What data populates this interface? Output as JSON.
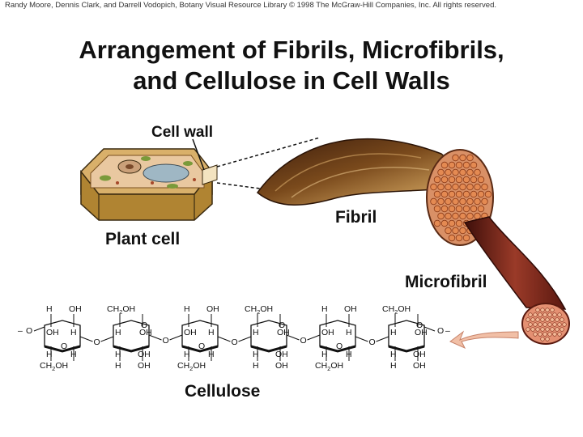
{
  "credit": "Randy Moore, Dennis Clark, and Darrell Vodopich, Botany Visual Resource Library © 1998 The McGraw-Hill Companies, Inc. All rights reserved.",
  "title_line1": "Arrangement of Fibrils, Microfibrils,",
  "title_line2": "and Cellulose in Cell Walls",
  "labels": {
    "cell_wall": "Cell wall",
    "plant_cell": "Plant cell",
    "fibril": "Fibril",
    "microfibril": "Microfibril",
    "cellulose": "Cellulose"
  },
  "chem": {
    "H": "H",
    "OH": "OH",
    "O": "O",
    "CH": "CH",
    "two": "2",
    "dash": "–"
  },
  "colors": {
    "wall_tan": "#d9b06a",
    "wall_dark": "#a97a2c",
    "fibril_dark": "#4a2410",
    "fibril_mid": "#8a5a22",
    "fibril_light": "#c79a5b",
    "fibril_end": "#d58f57",
    "micro_dark": "#5c1a12",
    "micro_mid": "#8e3324",
    "strand": "#e07a4a",
    "arrow": "#f1bfa6"
  }
}
